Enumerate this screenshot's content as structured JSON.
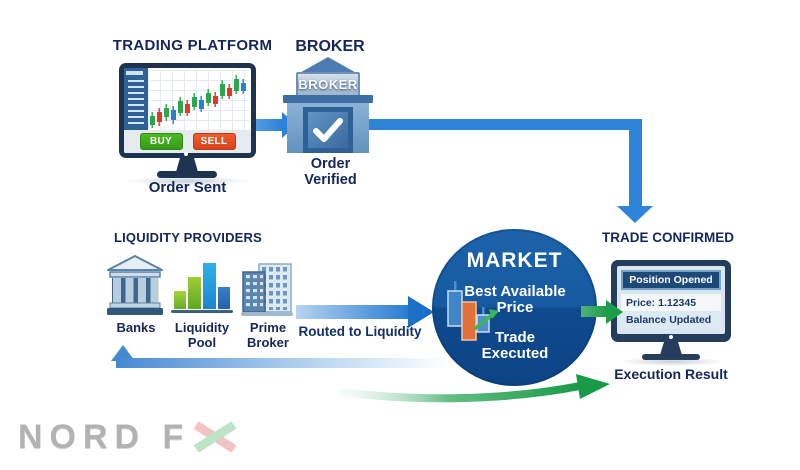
{
  "diagram": {
    "trading_platform": {
      "title": "TRADING PLATFORM",
      "buy": "BUY",
      "sell": "SELL",
      "caption": "Order Sent"
    },
    "broker": {
      "title": "BROKER",
      "sign": "BROKER",
      "caption": "Order Verified"
    },
    "liquidity_providers": {
      "title": "LIQUIDITY PROVIDERS",
      "items": [
        {
          "label": "Banks"
        },
        {
          "label": "Liquidity Pool"
        },
        {
          "label": "Prime Broker"
        }
      ]
    },
    "routing": {
      "label": "Routed to Liquidity"
    },
    "market": {
      "title": "MARKET",
      "line1": "Best Available Price",
      "line2": "Trade Executed"
    },
    "trade_confirmed": {
      "title": "TRADE CONFIRMED",
      "panel_header": "Position Opened",
      "price": "Price: 1.12345",
      "balance": "Balance Updated",
      "caption": "Execution Result"
    },
    "brand": {
      "text": "NORD F",
      "x": "X"
    }
  },
  "colors": {
    "navy_text": "#15265c",
    "arrow_blue": "#2e84d8",
    "arrow_green": "#1f9e4a",
    "market_top": "#1d64aa",
    "market_bottom": "#0d4486",
    "buy_green": "#3fae21",
    "sell_red": "#e8542a"
  }
}
